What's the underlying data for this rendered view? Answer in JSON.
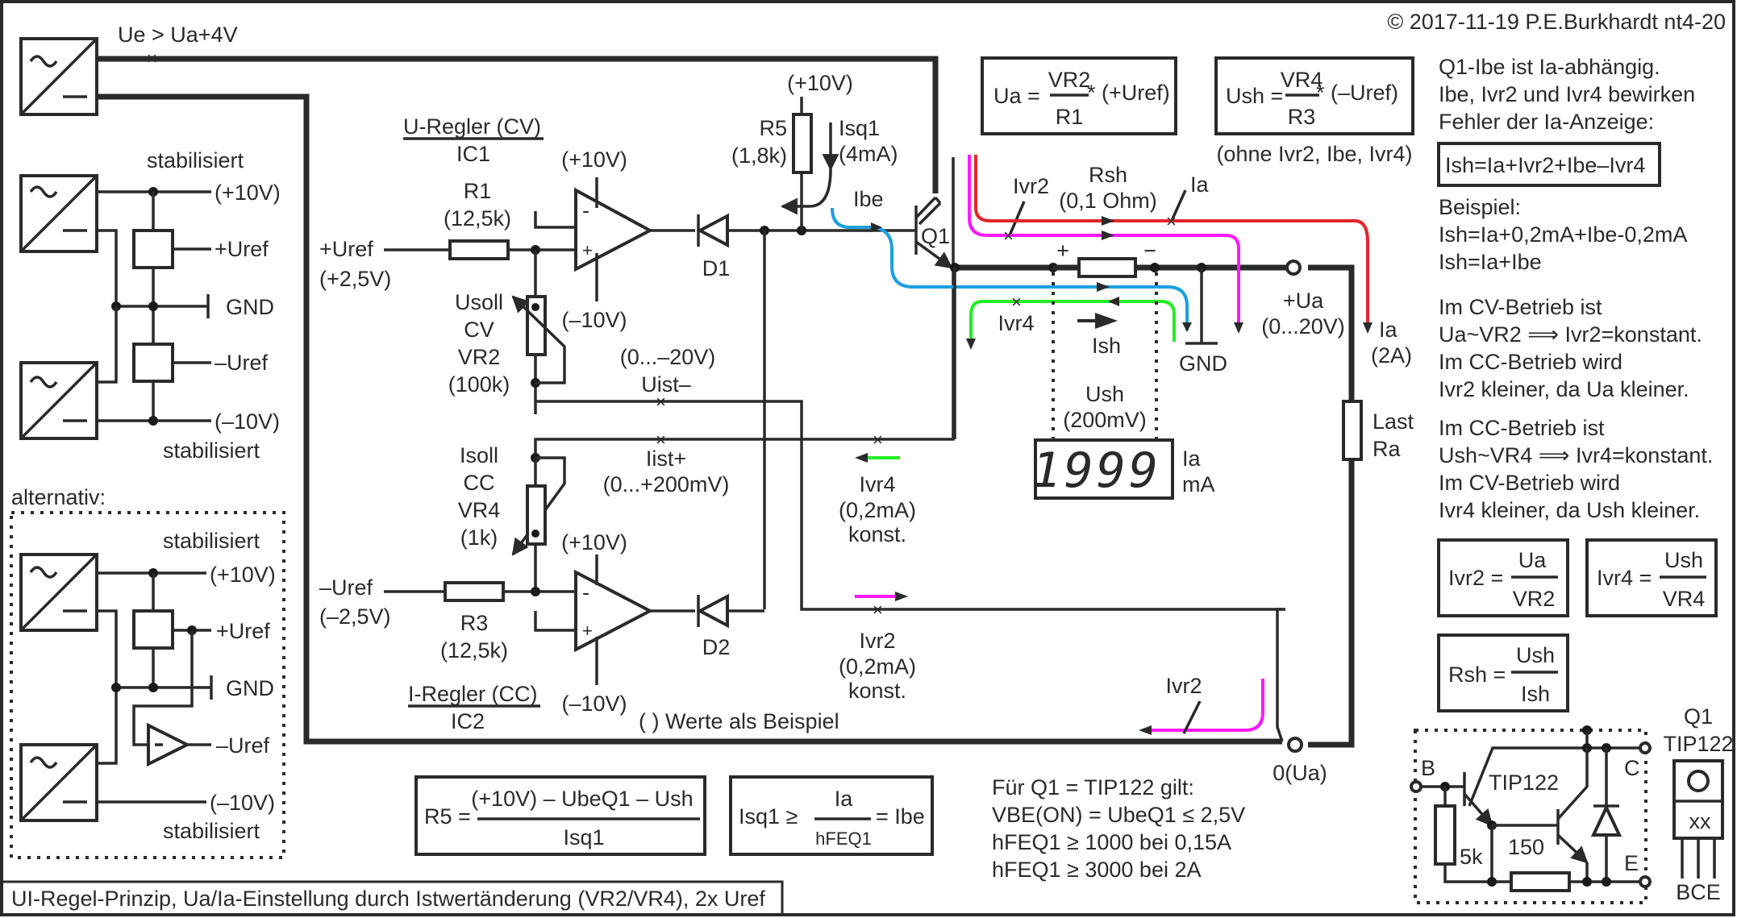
{
  "copyright": "© 2017-11-19 P.E.Burkhardt nt4-20",
  "footer_title": "UI-Regel-Prinzip, Ua/Ia-Einstellung durch Istwertänderung (VR2/VR4), 2x Uref",
  "colors": {
    "ia_current": "#e3262a",
    "ivr2_current": "#ff18ff",
    "ibe_current": "#1aa0e0",
    "ivr4_current": "#22ee22",
    "ink": "#2a2a2a"
  },
  "supply": {
    "ue_label": "Ue > Ua+4V",
    "stabilisiert": "stabilisiert",
    "plus10v": "(+10V)",
    "minus10v": "(‒10V)",
    "plus_uref": "+Uref",
    "minus_uref": "‒Uref",
    "gnd": "GND",
    "alternativ": "alternativ:"
  },
  "cv": {
    "title": "U-Regler (CV)",
    "ic": "IC1",
    "r1": "R1",
    "r1_val": "(12,5k)",
    "uref_in": "+Uref",
    "uref_val": "(+2,5V)",
    "vplus": "(+10V)",
    "vminus": "(‒10V)",
    "usoll": "Usoll",
    "cv": "CV",
    "vr2": "VR2",
    "vr2_val": "(100k)",
    "d1": "D1",
    "uist_range": "(0...‒20V)",
    "uist": "Uist‒"
  },
  "cc": {
    "title": "I-Regler (CC)",
    "ic": "IC2",
    "r3": "R3",
    "r3_val": "(12,5k)",
    "uref_in": "‒Uref",
    "uref_val": "(‒2,5V)",
    "vplus": "(+10V)",
    "vminus": "(‒10V)",
    "isoll": "Isoll",
    "cc": "CC",
    "vr4": "VR4",
    "vr4_val": "(1k)",
    "d2": "D2",
    "iist": "Iist+",
    "iist_range": "(0...+200mV)"
  },
  "driver": {
    "r5_supply": "(+10V)",
    "r5": "R5",
    "r5_val": "(1,8k)",
    "isq1": "Isq1",
    "isq1_val": "(4mA)",
    "ibe": "Ibe",
    "q1": "Q1"
  },
  "shunt": {
    "rsh": "Rsh",
    "rsh_val": "(0,1 Ohm)",
    "ivr2": "Ivr2",
    "ia": "Ia",
    "plus": "+",
    "minus": "−",
    "ivr4": "Ivr4",
    "ish": "Ish",
    "gnd": "GND",
    "ush": "Ush",
    "ush_val": "(200mV)",
    "ua_out": "+Ua",
    "ua_range": "(0...20V)",
    "ia_out": "Ia",
    "ia_val": "(2A)",
    "load1": "Last",
    "load2": "Ra",
    "zero": "0(Ua)"
  },
  "meter": {
    "reading": "1999",
    "unit1": "Ia",
    "unit2": "mA"
  },
  "currents": {
    "ivr4": "Ivr4",
    "ivr4_val": "(0,2mA)",
    "ivr4_note": "konst.",
    "ivr2": "Ivr2",
    "ivr2_val": "(0,2mA)",
    "ivr2_note": "konst.",
    "ivr2_bottom": "Ivr2",
    "example_note": "( ) Werte als Beispiel"
  },
  "formulas": {
    "ua_lhs": "Ua =",
    "ua_num": "VR2",
    "ua_den": "R1",
    "ua_rhs": "* (+Uref)",
    "ush_lhs": "Ush =",
    "ush_num": "VR4",
    "ush_den": "R3",
    "ush_rhs": "* (‒Uref)",
    "ush_note": "(ohne Ivr2, Ibe, Ivr4)",
    "r5_lhs": "R5 =",
    "r5_num": "(+10V) ‒ UbeQ1 ‒ Ush",
    "r5_den": "Isq1",
    "isq_lhs": "Isq1 ≥",
    "isq_num": "Ia",
    "isq_den": "hFEQ1",
    "isq_rhs": "= Ibe",
    "ivr2_lhs": "Ivr2 =",
    "ivr2_num": "Ua",
    "ivr2_den": "VR2",
    "ivr4_lhs": "Ivr4 =",
    "ivr4_num": "Ush",
    "ivr4_den": "VR4",
    "rsh_lhs": "Rsh =",
    "rsh_num": "Ush",
    "rsh_den": "Ish"
  },
  "notes": {
    "intro": [
      "Q1-Ibe ist Ia-abhängig.",
      "Ibe, Ivr2 und Ivr4 bewirken",
      "Fehler der Ia-Anzeige:"
    ],
    "ish_formula": "Ish=Ia+Ivr2+Ibe‒Ivr4",
    "example": [
      "Beispiel:",
      "Ish=Ia+0,2mA+Ibe-0,2mA",
      "Ish=Ia+Ibe"
    ],
    "cv_mode": [
      "Im CV-Betrieb ist",
      "Ua~VR2 ⟹   Ivr2=konstant.",
      "Im CC-Betrieb wird",
      "Ivr2 kleiner, da Ua kleiner."
    ],
    "cc_mode": [
      "Im CC-Betrieb ist",
      "Ush~VR4 ⟹   Ivr4=konstant.",
      "Im CV-Betrieb wird",
      "Ivr4 kleiner, da Ush kleiner."
    ]
  },
  "tip122": {
    "specs": [
      "Für Q1 = TIP122 gilt:",
      "VBE(ON) = UbeQ1 ≤  2,5V",
      "hFEQ1 ≥  1000 bei 0,15A",
      "hFEQ1 ≥  3000 bei 2A"
    ],
    "name": "TIP122",
    "pin_b": "B",
    "pin_c": "C",
    "pin_e": "E",
    "r_5k": "5k",
    "r_150": "150",
    "pkg_q1": "Q1",
    "pkg_name": "TIP122",
    "pkg_mark": "xx",
    "pkg_pins": "BCE"
  }
}
